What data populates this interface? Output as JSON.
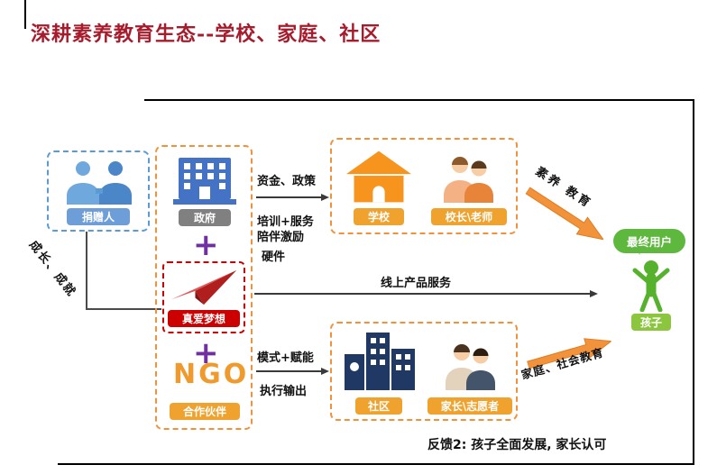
{
  "title": "深耕素养教育生态--学校、家庭、社区",
  "left": {
    "donor_label": "捐赠人",
    "growth_label": "成长、成就"
  },
  "middle_stack": {
    "government_label": "政府",
    "plus1": "+",
    "dream_label": "真爱梦想",
    "plus2": "+",
    "ngo_text": "NGO",
    "partner_label": "合作伙伴"
  },
  "flows": {
    "funds_policy": "资金、政策",
    "training_service": "培训+服务",
    "companion_incentive": "陪伴激励",
    "hardware": "硬件",
    "online_product_service": "线上产品服务",
    "model_empower": "模式+赋能",
    "execution_output": "执行输出",
    "suyang_education": "素养 教育",
    "family_social_education": "家庭、社会教育"
  },
  "school_group": {
    "school_label": "学校",
    "teacher_label": "校长\\老师"
  },
  "community_group": {
    "community_label": "社区",
    "parent_label": "家长\\志愿者"
  },
  "end_user": {
    "bubble_label": "最终用户",
    "child_label": "孩子"
  },
  "feedback_note": "反馈2: 孩子全面发展, 家长认可",
  "icons": {
    "donors": "two-people-icon",
    "government": "building-icon",
    "dream": "paper-plane-icon",
    "school": "house-icon",
    "teachers": "two-people-icon",
    "community": "city-buildings-icon",
    "parents": "two-people-icon",
    "child": "child-figure-icon",
    "end_user": "speech-bubble"
  },
  "colors": {
    "title_red": "#A61C2C",
    "orange": "#F0923B",
    "blue": "#5B9BD5",
    "red": "#CC0000",
    "purple": "#7030A0",
    "green": "#5FB83E",
    "light_green": "#8CC63F",
    "gray": "#808080",
    "navy": "#203864"
  }
}
